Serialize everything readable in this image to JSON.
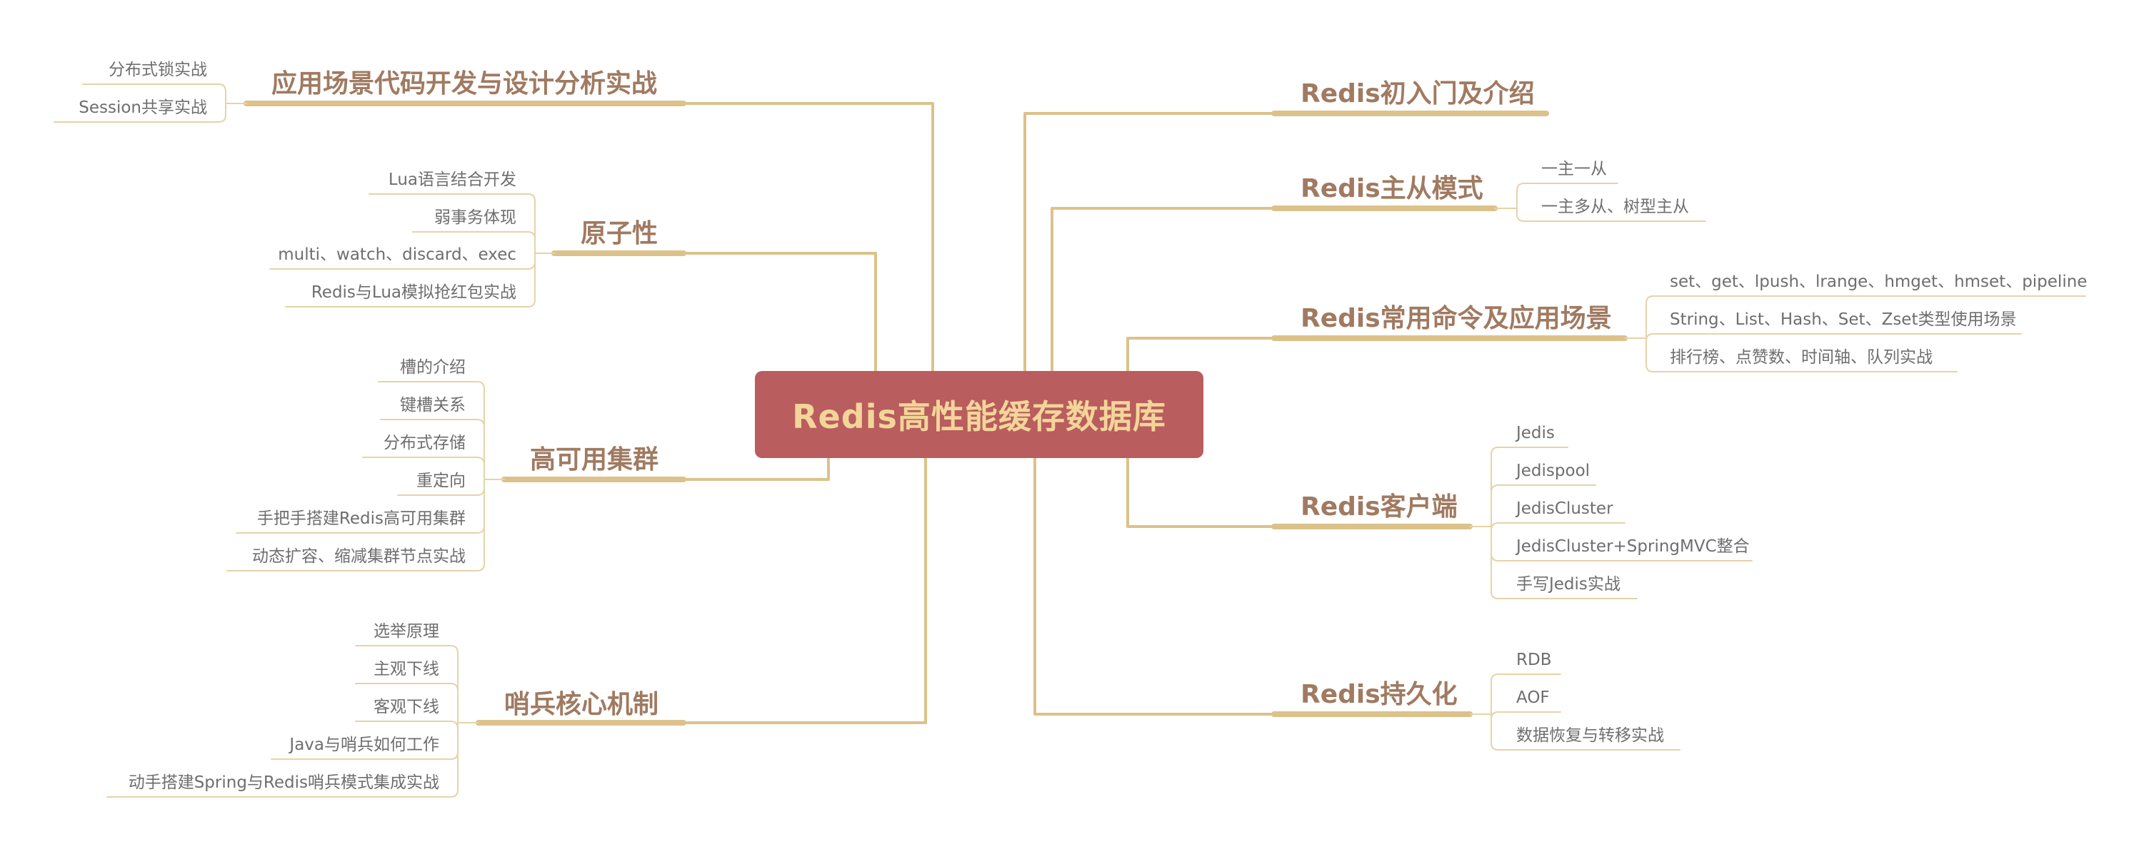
{
  "colors": {
    "root_fill": "#b95d5e",
    "root_text": "#f3d59a",
    "branch_text": "#a07a61",
    "branch_line": "#dcc28a",
    "leaf_line": "#e6d3a8",
    "leaf_text": "#6e6e6e"
  },
  "root": {
    "label": "Redis高性能缓存数据库"
  },
  "branches": [
    {
      "label": "应用场景代码开发与设计分析实战",
      "leaves": [
        "分布式锁实战",
        "Session共享实战"
      ]
    },
    {
      "label": "原子性",
      "leaves": [
        "Lua语言结合开发",
        "弱事务体现",
        "multi、watch、discard、exec",
        "Redis与Lua模拟抢红包实战"
      ]
    },
    {
      "label": "高可用集群",
      "leaves": [
        "槽的介绍",
        "键槽关系",
        "分布式存储",
        "重定向",
        "手把手搭建Redis高可用集群",
        "动态扩容、缩减集群节点实战"
      ]
    },
    {
      "label": "哨兵核心机制",
      "leaves": [
        "选举原理",
        "主观下线",
        "客观下线",
        "Java与哨兵如何工作",
        "动手搭建Spring与Redis哨兵模式集成实战"
      ]
    },
    {
      "label": "Redis初入门及介绍",
      "leaves": []
    },
    {
      "label": "Redis主从模式",
      "leaves": [
        "一主一从",
        "一主多从、树型主从"
      ]
    },
    {
      "label": "Redis常用命令及应用场景",
      "leaves": [
        "set、get、lpush、lrange、hmget、hmset、pipeline",
        "String、List、Hash、Set、Zset类型使用场景",
        "排行榜、点赞数、时间轴、队列实战"
      ]
    },
    {
      "label": "Redis客户端",
      "leaves": [
        "Jedis",
        "Jedispool",
        "JedisCluster",
        "JedisCluster+SpringMVC整合",
        "手写Jedis实战"
      ]
    },
    {
      "label": "Redis持久化",
      "leaves": [
        "RDB",
        "AOF",
        "数据恢复与转移实战"
      ]
    }
  ]
}
